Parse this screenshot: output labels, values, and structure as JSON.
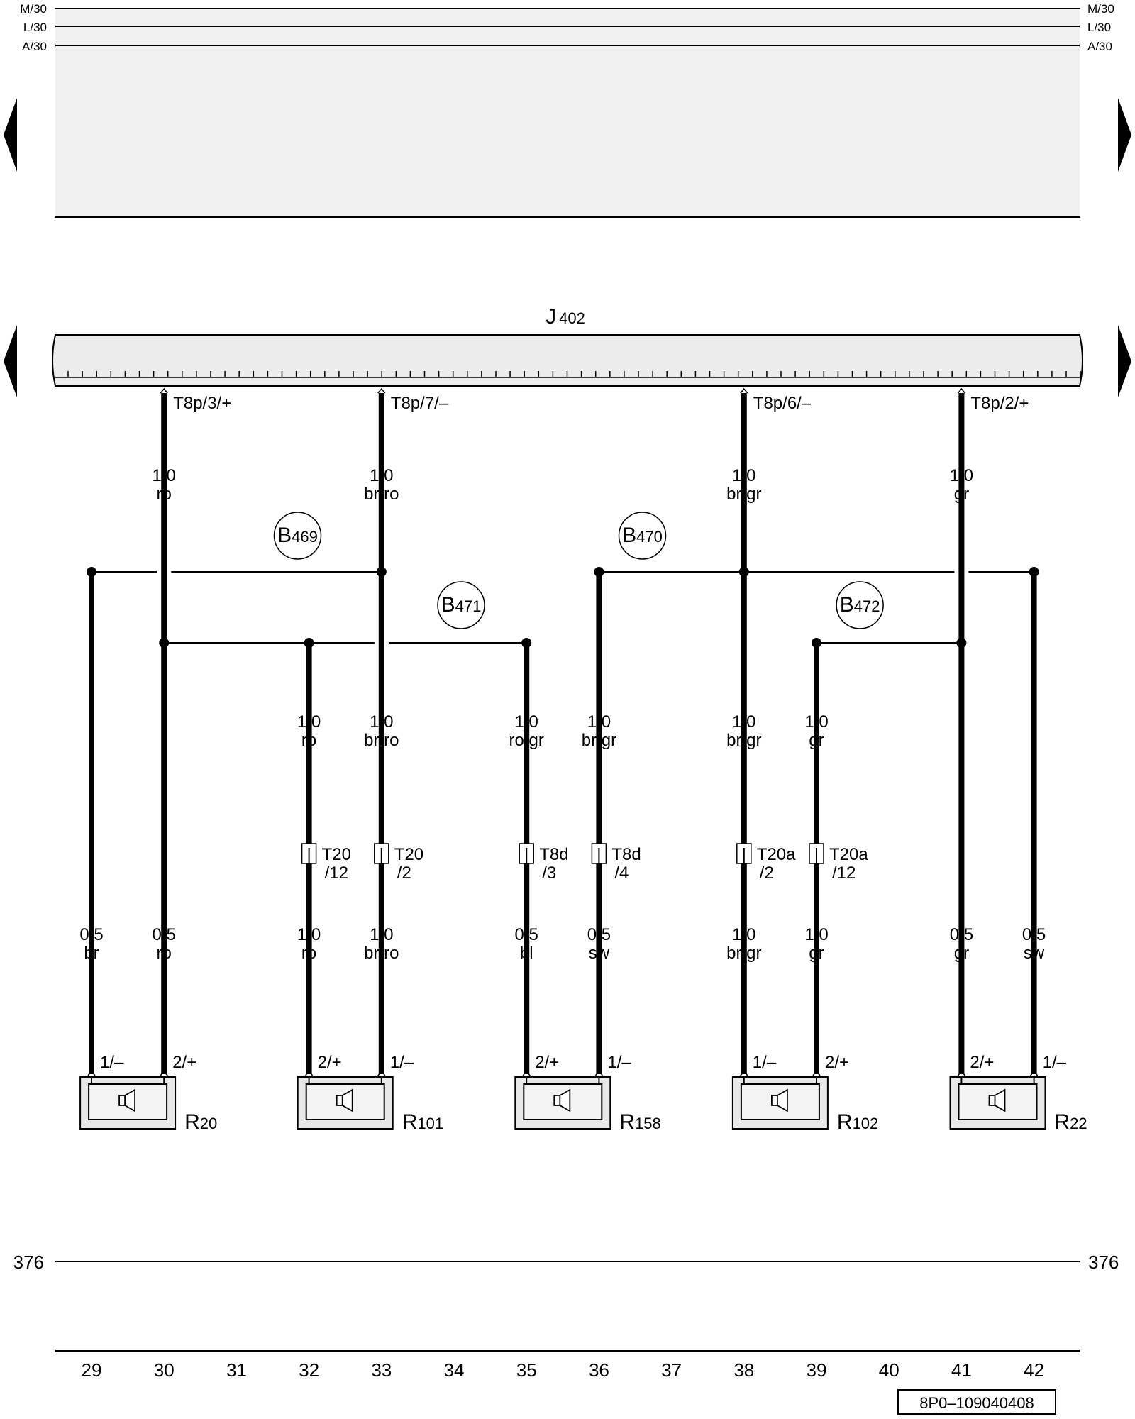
{
  "rails": [
    {
      "name": "M/30"
    },
    {
      "name": "L/30"
    },
    {
      "name": "A/30"
    }
  ],
  "control_unit": {
    "letter": "J",
    "number": "402"
  },
  "unit_pins": [
    {
      "col": 30,
      "label": "T8p/3/+",
      "gauge": "1,0",
      "color": "ro"
    },
    {
      "col": 33,
      "label": "T8p/7/–",
      "gauge": "1,0",
      "color": "br/ro"
    },
    {
      "col": 38,
      "label": "T8p/6/–",
      "gauge": "1,0",
      "color": "br/gr"
    },
    {
      "col": 41,
      "label": "T8p/2/+",
      "gauge": "1,0",
      "color": "gr"
    }
  ],
  "splices": [
    {
      "letter": "B",
      "number": "469",
      "anchor_col": 31.5,
      "level": "upper"
    },
    {
      "letter": "B",
      "number": "471",
      "anchor_col": 34.0,
      "level": "lower"
    },
    {
      "letter": "B",
      "number": "470",
      "anchor_col": 36.5,
      "level": "upper"
    },
    {
      "letter": "B",
      "number": "472",
      "anchor_col": 39.5,
      "level": "lower"
    }
  ],
  "mid_wires": [
    {
      "col": 32,
      "gauge": "1,0",
      "color": "ro"
    },
    {
      "col": 33,
      "gauge": "1,0",
      "color": "br/ro"
    },
    {
      "col": 35,
      "gauge": "1,0",
      "color": "ro/gr"
    },
    {
      "col": 36,
      "gauge": "1,0",
      "color": "br/gr"
    },
    {
      "col": 38,
      "gauge": "1,0",
      "color": "br/gr"
    },
    {
      "col": 39,
      "gauge": "1,0",
      "color": "gr"
    }
  ],
  "connectors": [
    {
      "col": 32,
      "name": "T20",
      "pin": "/12"
    },
    {
      "col": 33,
      "name": "T20",
      "pin": "/2"
    },
    {
      "col": 35,
      "name": "T8d",
      "pin": "/3"
    },
    {
      "col": 36,
      "name": "T8d",
      "pin": "/4"
    },
    {
      "col": 38,
      "name": "T20a",
      "pin": "/2"
    },
    {
      "col": 39,
      "name": "T20a",
      "pin": "/12"
    }
  ],
  "lower_wires": [
    {
      "col": 29,
      "gauge": "0,5",
      "color": "br"
    },
    {
      "col": 30,
      "gauge": "0,5",
      "color": "ro"
    },
    {
      "col": 32,
      "gauge": "1,0",
      "color": "ro"
    },
    {
      "col": 33,
      "gauge": "1,0",
      "color": "br/ro"
    },
    {
      "col": 35,
      "gauge": "0,5",
      "color": "bl"
    },
    {
      "col": 36,
      "gauge": "0,5",
      "color": "sw"
    },
    {
      "col": 38,
      "gauge": "1,0",
      "color": "br/gr"
    },
    {
      "col": 39,
      "gauge": "1,0",
      "color": "gr"
    },
    {
      "col": 41,
      "gauge": "0,5",
      "color": "gr"
    },
    {
      "col": 42,
      "gauge": "0,5",
      "color": "sw"
    }
  ],
  "speakers": [
    {
      "letter": "R",
      "number": "20",
      "left_col": 29,
      "right_col": 30,
      "left_pin": "1/–",
      "right_pin": "2/+"
    },
    {
      "letter": "R",
      "number": "101",
      "left_col": 32,
      "right_col": 33,
      "left_pin": "2/+",
      "right_pin": "1/–"
    },
    {
      "letter": "R",
      "number": "158",
      "left_col": 35,
      "right_col": 36,
      "left_pin": "2/+",
      "right_pin": "1/–"
    },
    {
      "letter": "R",
      "number": "102",
      "left_col": 38,
      "right_col": 39,
      "left_pin": "1/–",
      "right_pin": "2/+"
    },
    {
      "letter": "R",
      "number": "22",
      "left_col": 41,
      "right_col": 42,
      "left_pin": "2/+",
      "right_pin": "1/–"
    }
  ],
  "ground_line": {
    "label": "376"
  },
  "columns": [
    "29",
    "30",
    "31",
    "32",
    "33",
    "34",
    "35",
    "36",
    "37",
    "38",
    "39",
    "40",
    "41",
    "42"
  ],
  "doc_code": "8P0–109040408"
}
